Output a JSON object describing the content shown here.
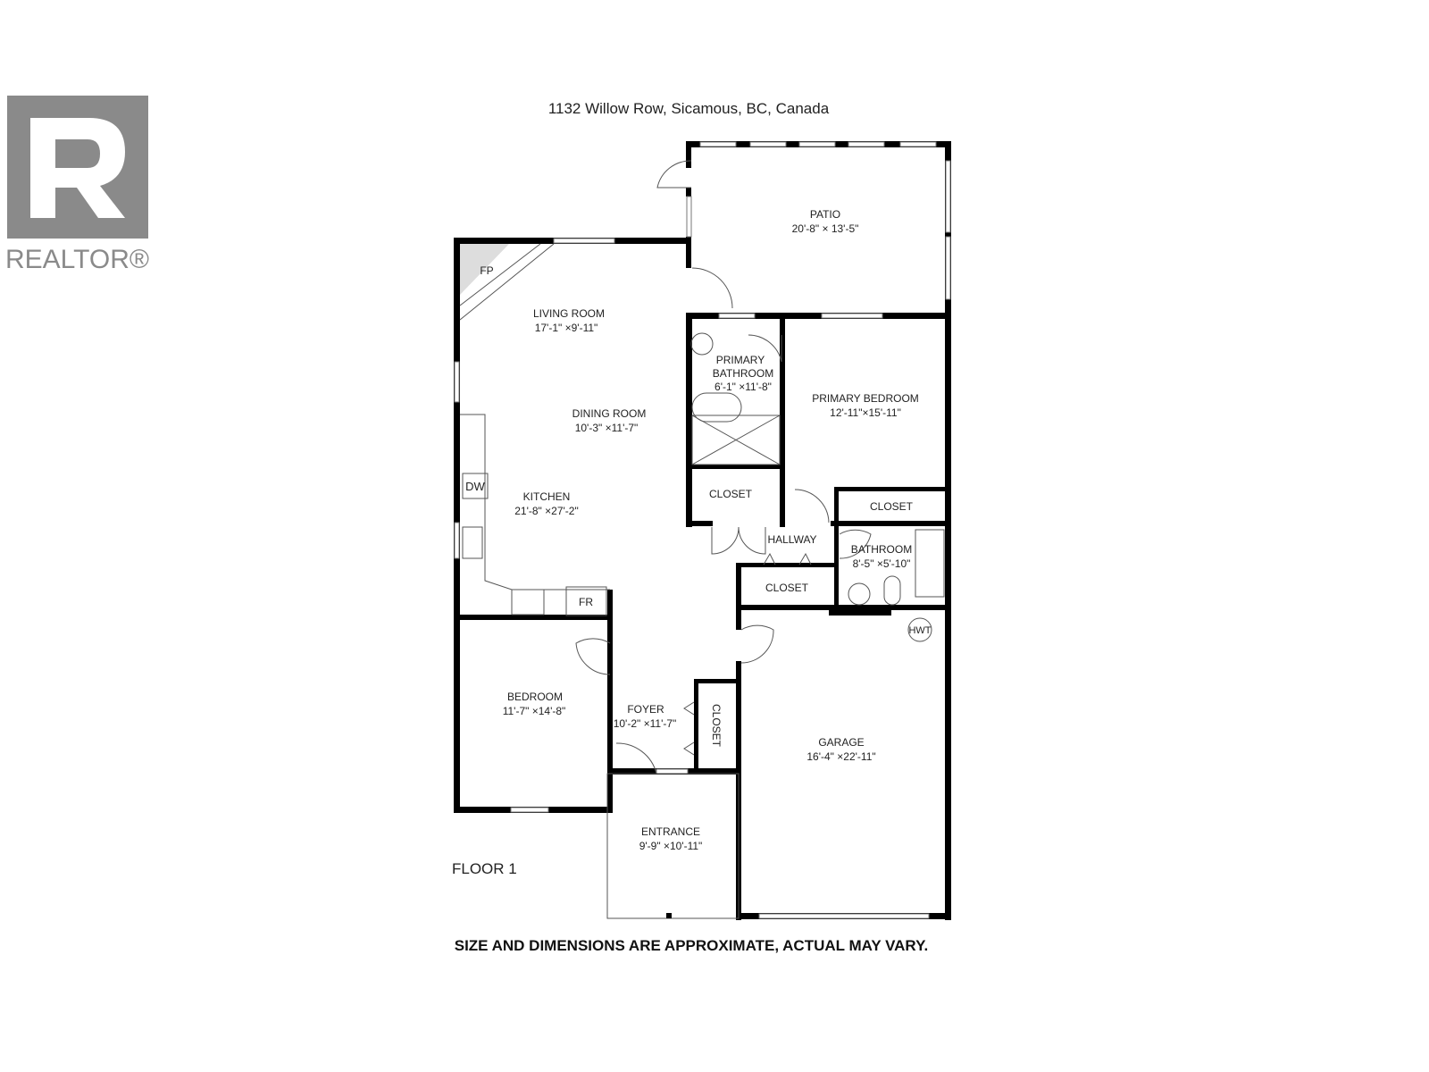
{
  "logo": {
    "text": "REALTOR®",
    "color": "#8a8a8a"
  },
  "title": "1132 Willow Row, Sicamous, BC, Canada",
  "floor_label": "FLOOR 1",
  "disclaimer": "SIZE AND DIMENSIONS ARE APPROXIMATE, ACTUAL MAY VARY.",
  "rooms": {
    "patio": {
      "name": "PATIO",
      "dims": "20'-8\" × 13'-5\""
    },
    "living": {
      "name": "LIVING ROOM",
      "dims": "17'-1\" ×9'-11\""
    },
    "primary_bath": {
      "name1": "PRIMARY",
      "name2": "BATHROOM",
      "dims": "6'-1\" ×11'-8\""
    },
    "primary_bed": {
      "name": "PRIMARY BEDROOM",
      "dims": "12'-11\"×15'-11\""
    },
    "dining": {
      "name": "DINING ROOM",
      "dims": "10'-3\" ×11'-7\""
    },
    "kitchen": {
      "name": "KITCHEN",
      "dims": "21'-8\" ×27'-2\""
    },
    "closet1": {
      "name": "CLOSET"
    },
    "closet2": {
      "name": "CLOSET"
    },
    "hallway": {
      "name": "HALLWAY"
    },
    "bathroom": {
      "name": "BATHROOM",
      "dims": "8'-5\" ×5'-10\""
    },
    "closet3": {
      "name": "CLOSET"
    },
    "bedroom": {
      "name": "BEDROOM",
      "dims": "11'-7\" ×14'-8\""
    },
    "foyer": {
      "name": "FOYER",
      "dims": "10'-2\" ×11'-7\""
    },
    "closet4": {
      "name": "CLOSET"
    },
    "garage": {
      "name": "GARAGE",
      "dims": "16'-4\" ×22'-11\""
    },
    "entrance": {
      "name": "ENTRANCE",
      "dims": "9'-9\" ×10'-11\""
    }
  },
  "fixtures": {
    "fp": "FP",
    "dw": "DW",
    "fr": "FR",
    "hwt": "HWT"
  }
}
